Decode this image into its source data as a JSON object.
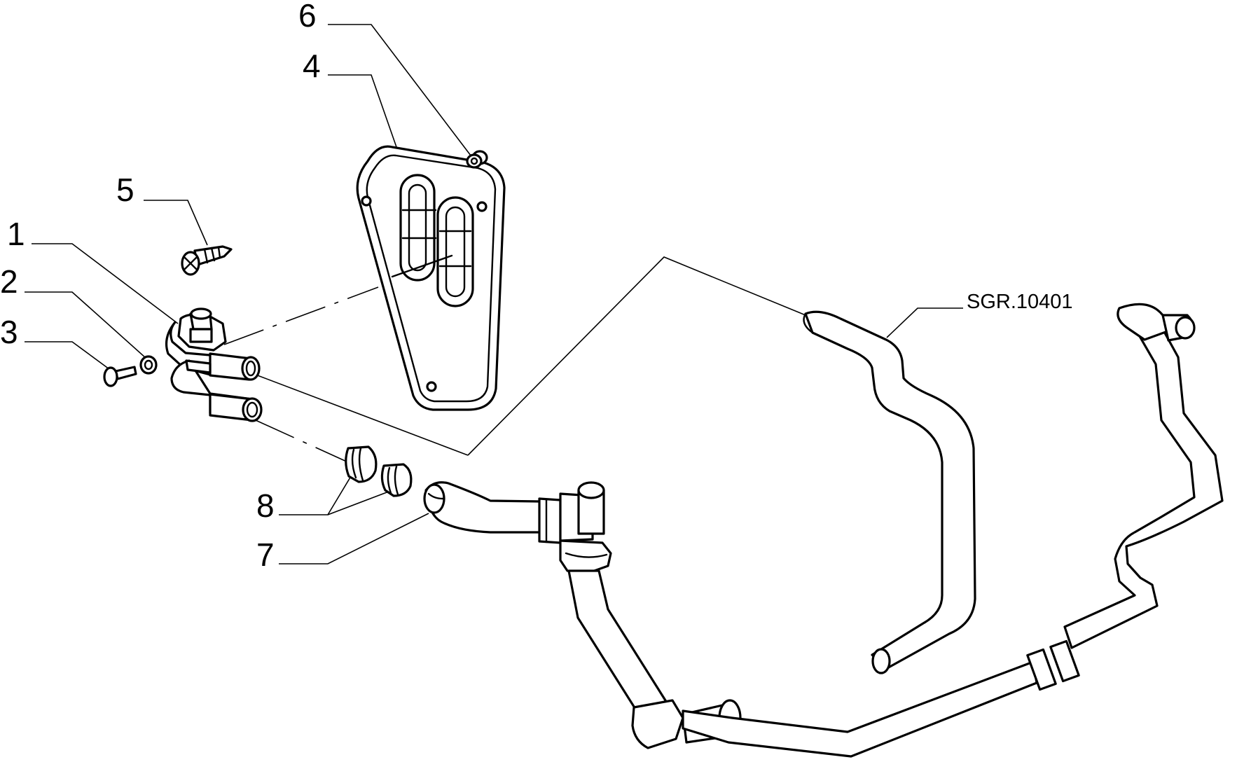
{
  "callouts": [
    {
      "id": "1",
      "label": "1"
    },
    {
      "id": "2",
      "label": "2"
    },
    {
      "id": "3",
      "label": "3"
    },
    {
      "id": "4",
      "label": "4"
    },
    {
      "id": "5",
      "label": "5"
    },
    {
      "id": "6",
      "label": "6"
    },
    {
      "id": "7",
      "label": "7"
    },
    {
      "id": "8",
      "label": "8"
    }
  ],
  "reference": "SGR.10401"
}
